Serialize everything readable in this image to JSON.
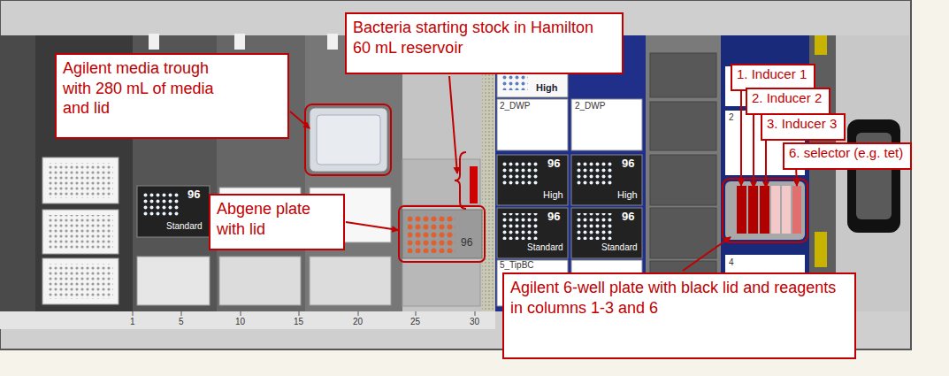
{
  "diagram": {
    "nodes": [
      {
        "text": [
          "Agilent media trough with 280 mL of media and lid"
        ]
      },
      {
        "text": [
          "Bacteria starting stock in Hamilton 60 mL reservoir"
        ]
      },
      {
        "text": [
          "Abgene plate with lid"
        ]
      },
      {
        "text": [
          "1. Inducer 1"
        ]
      },
      {
        "text": [
          "2. Inducer 2"
        ]
      },
      {
        "text": [
          "3. Inducer 3"
        ]
      },
      {
        "text": [
          "6. selector (e.g. tet)"
        ]
      },
      {
        "text": [
          "Agilent 6-well plate with black lid and reagents in columns 1-3 and 6"
        ]
      }
    ],
    "labels": [
      "High",
      "2_DWP",
      "2_DWP",
      "96",
      "Standard",
      "96",
      "High",
      "96",
      "High",
      "96",
      "Standard",
      "96",
      "Standard",
      "96",
      "5_TipBC",
      "2",
      "4",
      "1",
      "5",
      "10",
      "15",
      "20",
      "25",
      "30"
    ]
  }
}
